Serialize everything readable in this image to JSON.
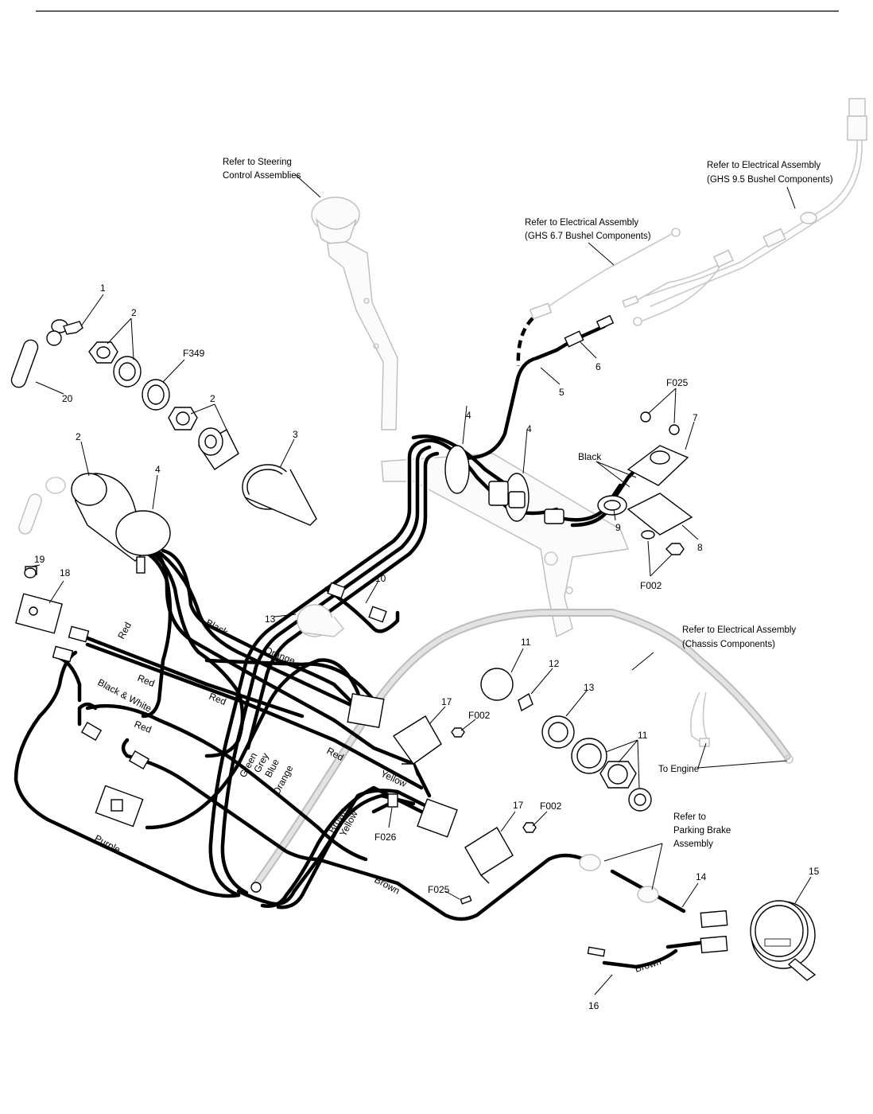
{
  "references": {
    "steering": [
      "Refer to Steering",
      "Control Assemblies"
    ],
    "ghs95": [
      "Refer to Electrical Assembly",
      "(GHS 9.5 Bushel Components)"
    ],
    "ghs67": [
      "Refer to Electrical Assembly",
      "(GHS 6.7 Bushel Components)"
    ],
    "chassis": [
      "Refer to Electrical Assembly",
      "(Chassis Components)"
    ],
    "parking": [
      "Refer to",
      "Parking Brake",
      "Assembly"
    ],
    "engine": "To Engine"
  },
  "wire_colors": {
    "black_top": "Black",
    "black": "Black",
    "red1": "Red",
    "red2": "Red",
    "red3": "Red",
    "red4": "Red",
    "red5": "Red",
    "black_white": "Black & White",
    "orange1": "Orange",
    "orange2": "Orange",
    "green": "Green",
    "grey": "Grey",
    "blue": "Blue",
    "yellow1": "Yellow",
    "yellow2": "Yellow",
    "brown1": "Brown",
    "brown2": "Brown",
    "brown3": "Brown",
    "purple": "Purple"
  },
  "callouts": {
    "c1": "1",
    "c2a": "2",
    "c2b": "2",
    "c2c": "2",
    "f349": "F349",
    "c20": "20",
    "c3": "3",
    "c4a": "4",
    "c4b": "4",
    "c4c": "4",
    "c5": "5",
    "c6": "6",
    "f025a": "F025",
    "c7": "7",
    "c8": "8",
    "c9": "9",
    "f002a": "F002",
    "c10": "10",
    "c13a": "13",
    "c19": "19",
    "c18": "18",
    "c11a": "11",
    "c12": "12",
    "c13b": "13",
    "c11b": "11",
    "c17a": "17",
    "f002b": "F002",
    "c17b": "17",
    "f002c": "F002",
    "f026": "F026",
    "f025b": "F025",
    "c14": "14",
    "c15": "15",
    "c16": "16"
  }
}
